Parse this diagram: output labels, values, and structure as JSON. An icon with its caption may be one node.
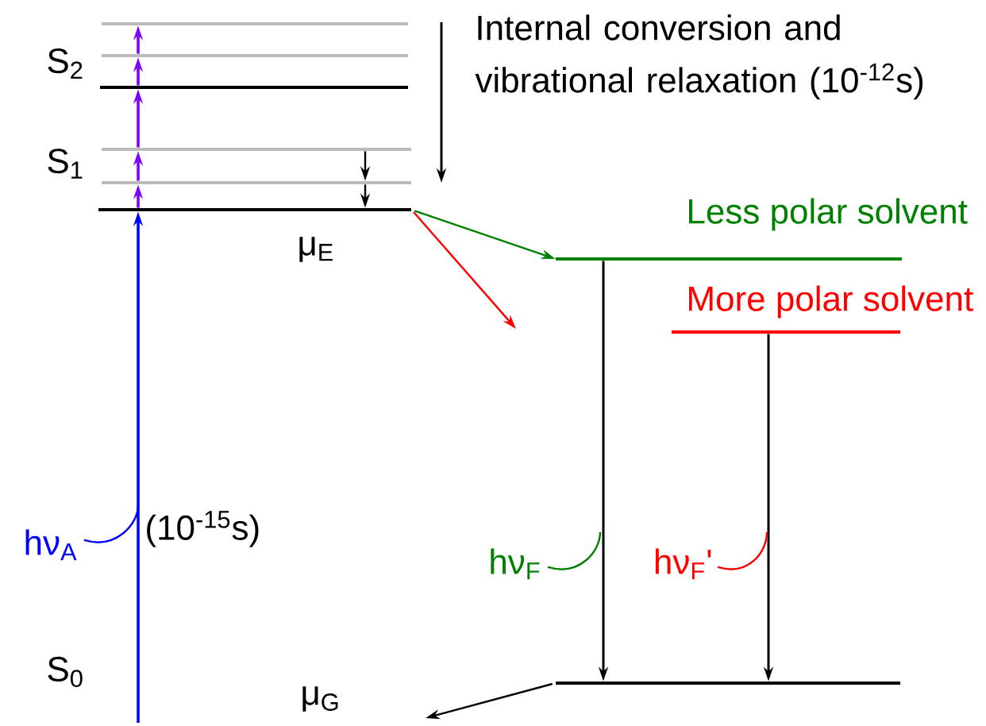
{
  "diagram": {
    "nodes": [
      {
        "text": [],
        "shape": "bar"
      },
      {
        "text": [],
        "shape": "bar"
      },
      {
        "text": [],
        "shape": "bar"
      },
      {
        "text": [],
        "shape": "bar"
      },
      {
        "text": [],
        "shape": "bar"
      },
      {
        "text": [],
        "shape": "bar"
      },
      {
        "text": [],
        "shape": "bar",
        "beside": [
          "Less polar solvent"
        ]
      },
      {
        "text": [],
        "shape": "bar",
        "beside": [
          "More polar solvent"
        ]
      },
      {
        "text": [],
        "shape": "bar"
      }
    ],
    "edges": [
      {
        "from": 5,
        "to": 6,
        "arrow": "to",
        "color": "#008000"
      },
      {
        "from": 5,
        "to": null,
        "arrow": "to",
        "color": "#ff0000"
      },
      {
        "from": 6,
        "to": 8,
        "arrow": "to",
        "label": "hν$_{F}$"
      },
      {
        "from": 7,
        "to": 8,
        "arrow": "to",
        "label": "hν$_{F}$'"
      },
      {
        "from": 8,
        "to": null,
        "arrow": "to"
      },
      {
        "from": null,
        "to": 5,
        "arrow": "to",
        "color": "#0000ff",
        "label": "hν$_{A}$"
      },
      {
        "from": 5,
        "to": 4,
        "arrow": "to",
        "color": "#8000ff"
      },
      {
        "from": 4,
        "to": 3,
        "arrow": "to",
        "color": "#8000ff"
      },
      {
        "from": 3,
        "to": 2,
        "arrow": "to",
        "color": "#8000ff"
      },
      {
        "from": 2,
        "to": 1,
        "arrow": "to",
        "color": "#8000ff"
      },
      {
        "from": 1,
        "to": 0,
        "arrow": "to",
        "color": "#8000ff"
      },
      {
        "from": 3,
        "to": 4,
        "arrow": "to"
      },
      {
        "from": 4,
        "to": 5,
        "arrow": "to"
      }
    ],
    "labels": [
      "S$_{2}$",
      "Internal conversion and vibrational relaxation (10$^{-12}$s)",
      "S$_{1}$",
      "μ$_{E}$",
      "(10$^{-15}$s)",
      "S$_{0}$",
      "μ$_{G}$"
    ]
  }
}
